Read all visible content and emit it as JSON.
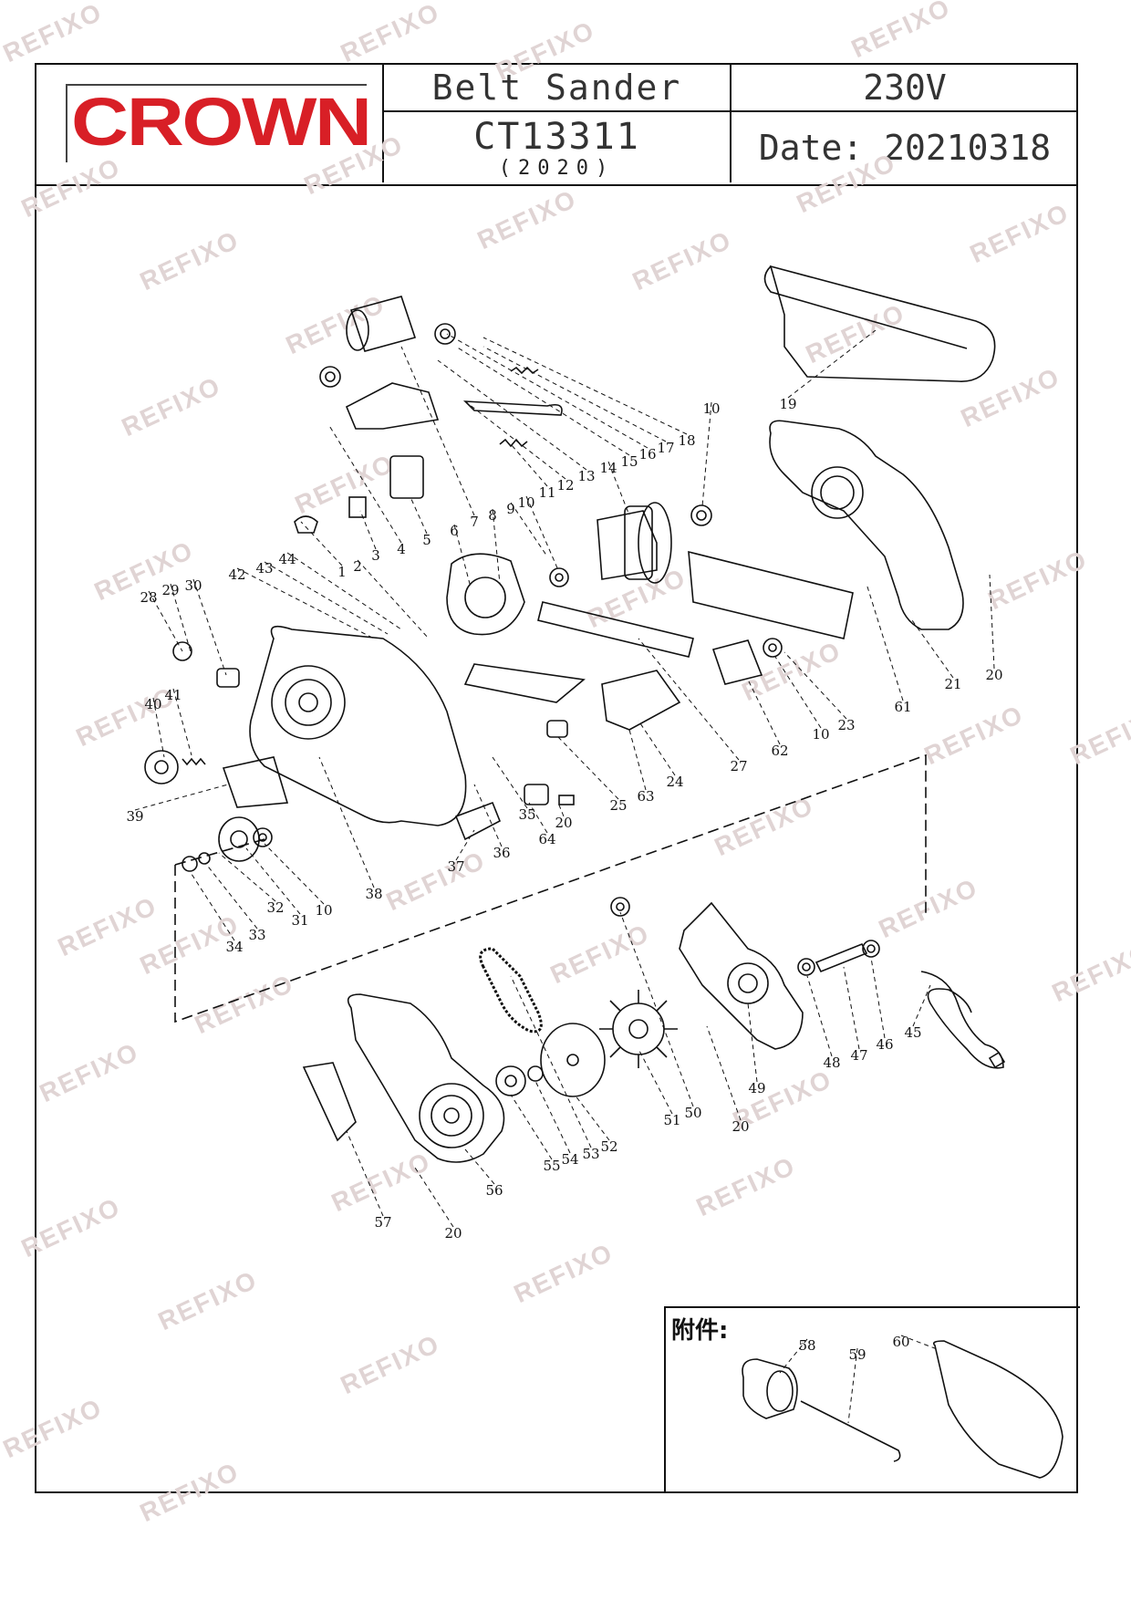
{
  "header": {
    "brand": "CROWN",
    "title": "Belt  Sander",
    "voltage": "230V",
    "model": "CT13311",
    "year": "(2020)",
    "date": "Date: 20210318"
  },
  "accessories": {
    "label": "附件:",
    "parts": [
      "58",
      "59",
      "60"
    ]
  },
  "watermark": "REFIXO",
  "part_labels": [
    "1",
    "2",
    "3",
    "4",
    "5",
    "6",
    "7",
    "8",
    "9",
    "10",
    "11",
    "12",
    "13",
    "14",
    "15",
    "16",
    "17",
    "18",
    "19",
    "20",
    "21",
    "23",
    "24",
    "25",
    "27",
    "28",
    "29",
    "30",
    "31",
    "32",
    "33",
    "34",
    "35",
    "36",
    "37",
    "38",
    "39",
    "40",
    "41",
    "42",
    "43",
    "44",
    "45",
    "46",
    "47",
    "48",
    "49",
    "50",
    "51",
    "52",
    "53",
    "54",
    "55",
    "56",
    "57",
    "61",
    "62",
    "63",
    "64"
  ],
  "colors": {
    "brand_red": "#d81f26",
    "line": "#111111",
    "watermark": "#e0d4d4"
  }
}
